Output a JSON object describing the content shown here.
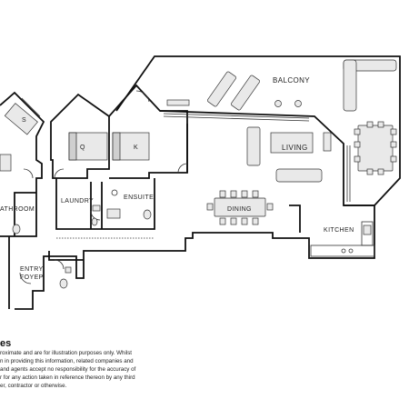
{
  "rooms": {
    "balcony": "BALCONY",
    "living": "LIVING",
    "dining": "DINING",
    "kitchen": "KITCHEN",
    "bedroom_q": "Q",
    "bedroom_k": "K",
    "bedroom_s": "S",
    "ensuite": "ENSUITE",
    "laundry": "LAUNDRY",
    "bathroom": "ATHROOM",
    "entry_line1": "ENTRY",
    "entry_line2": "FOYEP"
  },
  "notes": {
    "title": "es",
    "lines": [
      "roximate and are for illustration purposes only. Whilst",
      "n in providing this information, related companies and",
      "and agents accept no responsibility for the accuracy of",
      "r for any action taken in reference thereon by any third",
      "er, contractor or otherwise."
    ]
  }
}
